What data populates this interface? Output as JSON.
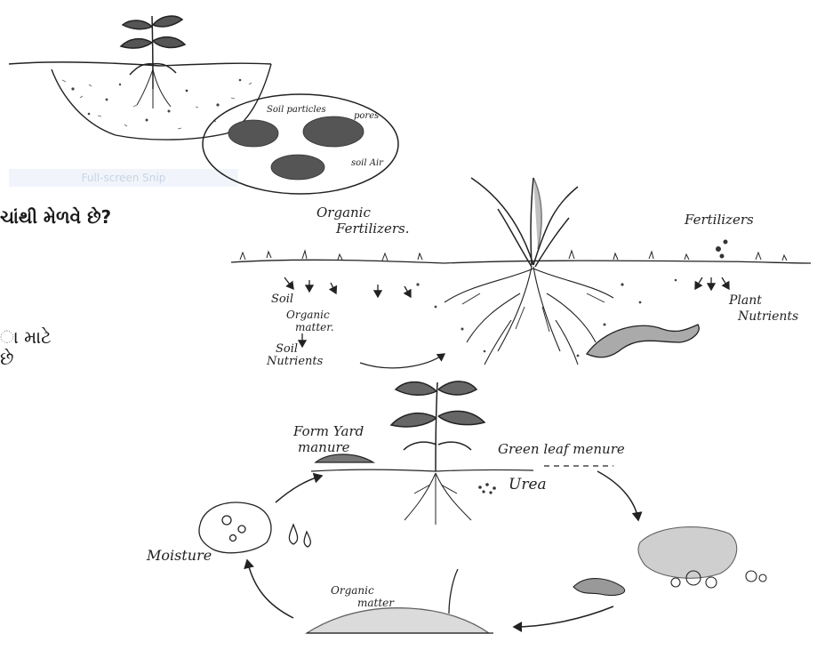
{
  "snip_label": "Full-screen Snip",
  "question_fragment": "ચાંથી મેળવે છે?",
  "note_fragment": [
    "ા માટે",
    "છે"
  ],
  "labels": {
    "soil_particles": "Soil particles",
    "pores": "pores",
    "soil_air": "soil Air",
    "organic_fertilizers_1": "Organic",
    "organic_fertilizers_2": "Fertilizers.",
    "fertilizers": "Fertilizers",
    "soil": "Soil",
    "organic_matter_1": "Organic",
    "organic_matter_2": "matter.",
    "soil_nutrients_1": "Soil",
    "soil_nutrients_2": "Nutrients",
    "plant_nutrients_1": "Plant",
    "plant_nutrients_2": "Nutrients",
    "farm_yard_1": "Form Yard",
    "farm_yard_2": "manure",
    "green_leaf": "Green leaf menure",
    "urea": "Urea",
    "moisture": "Moisture",
    "organic_matter_cycle_1": "Organic",
    "organic_matter_cycle_2": "matter"
  }
}
